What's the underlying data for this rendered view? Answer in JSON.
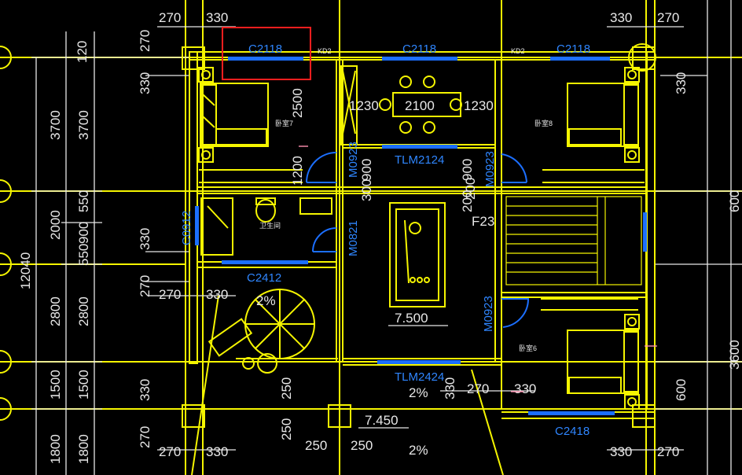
{
  "colors": {
    "background": "#000000",
    "lines": "#f5f500",
    "dimensions": "#e8e8e8",
    "openings": "#1c6fff",
    "selection": "#ff1e1e"
  },
  "openings": {
    "c2118_left": "C2118",
    "c2118_mid": "C2118",
    "c2118_right": "C2118",
    "kd2_left": "KD2",
    "kd2_right": "KD2",
    "tlm2124": "TLM2124",
    "m0923_left": "M0923",
    "m0923_right": "M0923",
    "m0923_lower": "M0923",
    "m0821": "M0821",
    "c0912": "C0912",
    "c2412": "C2412",
    "tlm2424": "TLM2424",
    "c2418": "C2418"
  },
  "rooms": {
    "bedroom_7": "卧室7",
    "bedroom_8": "卧室8",
    "bedroom_6": "卧室6",
    "toilet": "卫生间",
    "stair_label": "F23"
  },
  "levels": {
    "hall": "7.500",
    "terrace": "7.450"
  },
  "slopes": [
    "2%",
    "2%",
    "2%"
  ],
  "dims": {
    "top_270_l": "270",
    "top_330_l": "330",
    "top_330_r": "330",
    "top_270_r": "270",
    "left_270": "270",
    "left_330": "330",
    "vert_2500": "2500",
    "dining_1230_l": "1230",
    "dining_2100": "2100",
    "dining_1230_r": "1230",
    "v_1200": "1200",
    "v_900_l": "900",
    "v_300": "300",
    "v_900_r": "900",
    "v_200_r": "200",
    "v_200_l": "200",
    "bath_330": "330",
    "bath_270": "270",
    "mid_270": "270",
    "mid_330": "330",
    "lower_330": "330",
    "lower_270": "270",
    "lower_330b": "330",
    "lower_250_a": "250",
    "lower_250_b": "250",
    "lower_250_c": "250",
    "lower_250_d": "250",
    "bottom_270_l": "270",
    "bottom_330_l": "330",
    "bottom_330_r": "330",
    "bottom_270_r": "270",
    "right_330_top": "330",
    "right_330_low": "330",
    "right_270_low": "270",
    "right_600_a": "600",
    "right_600_b": "600",
    "right_3600": "3600",
    "outer_3700": "3700",
    "outer_2000": "2000",
    "outer_12040": "12040",
    "outer_2800": "2800",
    "outer_1500": "1500",
    "outer_1800": "1800",
    "inner_3700": "3700",
    "inner_550": "550",
    "inner_900": "900",
    "inner_550b": "550",
    "inner_2800": "2800",
    "inner_1500": "1500",
    "inner_1800": "1800",
    "left_120": "120"
  }
}
